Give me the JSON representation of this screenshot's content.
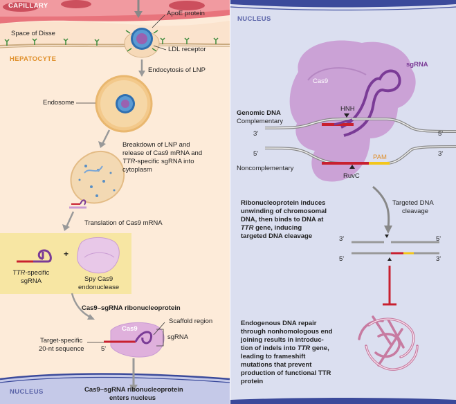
{
  "left": {
    "capillary": "CAPILLARY",
    "space_of_disse": "Space of Disse",
    "hepatocyte": "HEPATOCYTE",
    "apoe_protein": "ApoE protein",
    "ldl_receptor": "LDL receptor",
    "endocytosis": "Endocytosis of LNP",
    "endosome": "Endosome",
    "breakdown": [
      "Breakdown of LNP and",
      "release of Cas9 mRNA and",
      "-specific sgRNA into",
      "cytoplasm"
    ],
    "breakdown_ttr": "TTR",
    "translation": "Translation of Cas9 mRNA",
    "ttr_sgrna_ttr": "TTR",
    "ttr_sgrna_line1": "-specific",
    "ttr_sgrna_line2": "sgRNA",
    "plus": "+",
    "spy_cas9": [
      "Spy Cas9",
      "endonuclease"
    ],
    "rnp_title": "Cas9–sgRNA ribonucleoprotein",
    "cas9": "Cas9",
    "scaffold_region": "Scaffold region",
    "sgrna": "sgRNA",
    "target_specific": [
      "Target-specific",
      "20-nt sequence"
    ],
    "five_prime": "5'",
    "nucleus": "NUCLEUS",
    "enters_nucleus": [
      "Cas9–sgRNA ribonucleoprotein",
      "enters nucleus"
    ]
  },
  "right": {
    "nucleus": "NUCLEUS",
    "cas9": "Cas9",
    "sgrna": "sgRNA",
    "genomic_dna": "Genomic DNA",
    "complementary": "Complementary",
    "noncomplementary": "Noncomplementary",
    "hnh": "HNH",
    "ruvc": "RuvC",
    "pam": "PAM",
    "three_prime": "3'",
    "five_prime": "5'",
    "rnp_induces": [
      "Ribonucleoprotein induces",
      "unwinding of chromosomal",
      "DNA, then binds to DNA at",
      " gene, inducing",
      "targeted DNA cleavage"
    ],
    "rnp_ttr": "TTR",
    "targeted_cleavage": [
      "Targeted DNA",
      "cleavage"
    ],
    "repair": [
      "Endogenous DNA repair",
      "through nonhomologous end",
      "joining results in introduc-",
      "tion of indels into ",
      "leading to frameshift",
      "mutations that prevent",
      "production of functional TTR",
      "protein"
    ],
    "repair_ttr": "TTR",
    "repair_gene": " gene,"
  },
  "colors": {
    "left_bg": "#fdebd9",
    "right_bg": "#dbdff0",
    "capillary": "#e8747c",
    "hepatocyte_label": "#e0902c",
    "nucleus_label": "#5a63a8",
    "cas9_purple": "#c99bd3",
    "sgrna_purple": "#7a3b96",
    "dna_red": "#c8202f",
    "pam_yellow": "#f3c61b",
    "highlight_box": "#f7e6a3"
  },
  "icons": [
    "arrow-down-icon",
    "cleavage-inhibition-icon",
    "lnp-particle-icon",
    "ldl-receptor-icon",
    "ttr-protein-icon"
  ]
}
